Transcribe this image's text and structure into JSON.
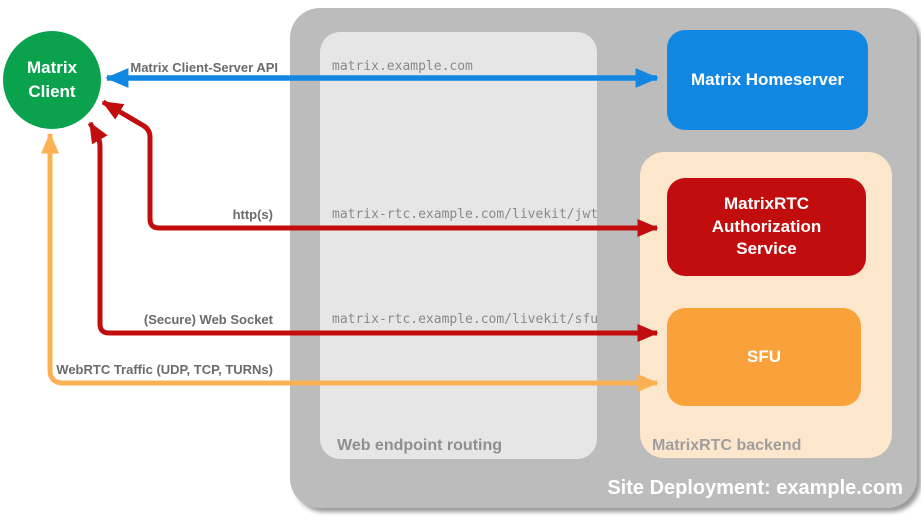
{
  "client": {
    "line1": "Matrix",
    "line2": "Client",
    "color": "#0ba24e"
  },
  "deployment": {
    "title": "Site Deployment: example.com",
    "bg": "#bcbcbc"
  },
  "routing": {
    "label": "Web endpoint routing",
    "bg": "#e6e6e6",
    "endpoints": [
      "matrix.example.com",
      "matrix-rtc.example.com/livekit/jwt",
      "matrix-rtc.example.com/livekit/sfu"
    ]
  },
  "backend": {
    "label": "MatrixRTC backend",
    "bg": "#fce7cc"
  },
  "nodes": {
    "homeserver": {
      "label": "Matrix Homeserver",
      "color": "#1287e1"
    },
    "auth": {
      "label": "MatrixRTC Authorization Service",
      "color": "#c10d0d"
    },
    "sfu": {
      "label": "SFU",
      "color": "#f9a23b"
    }
  },
  "arrows": [
    {
      "id": "client-server-api",
      "label": "Matrix Client-Server API",
      "color": "#1287e1"
    },
    {
      "id": "https",
      "label": "http(s)",
      "color": "#c10d0d"
    },
    {
      "id": "websocket",
      "label": "(Secure) Web Socket",
      "color": "#c10d0d"
    },
    {
      "id": "webrtc",
      "label": "WebRTC Traffic (UDP, TCP, TURNs)",
      "color": "#fbb052"
    }
  ]
}
